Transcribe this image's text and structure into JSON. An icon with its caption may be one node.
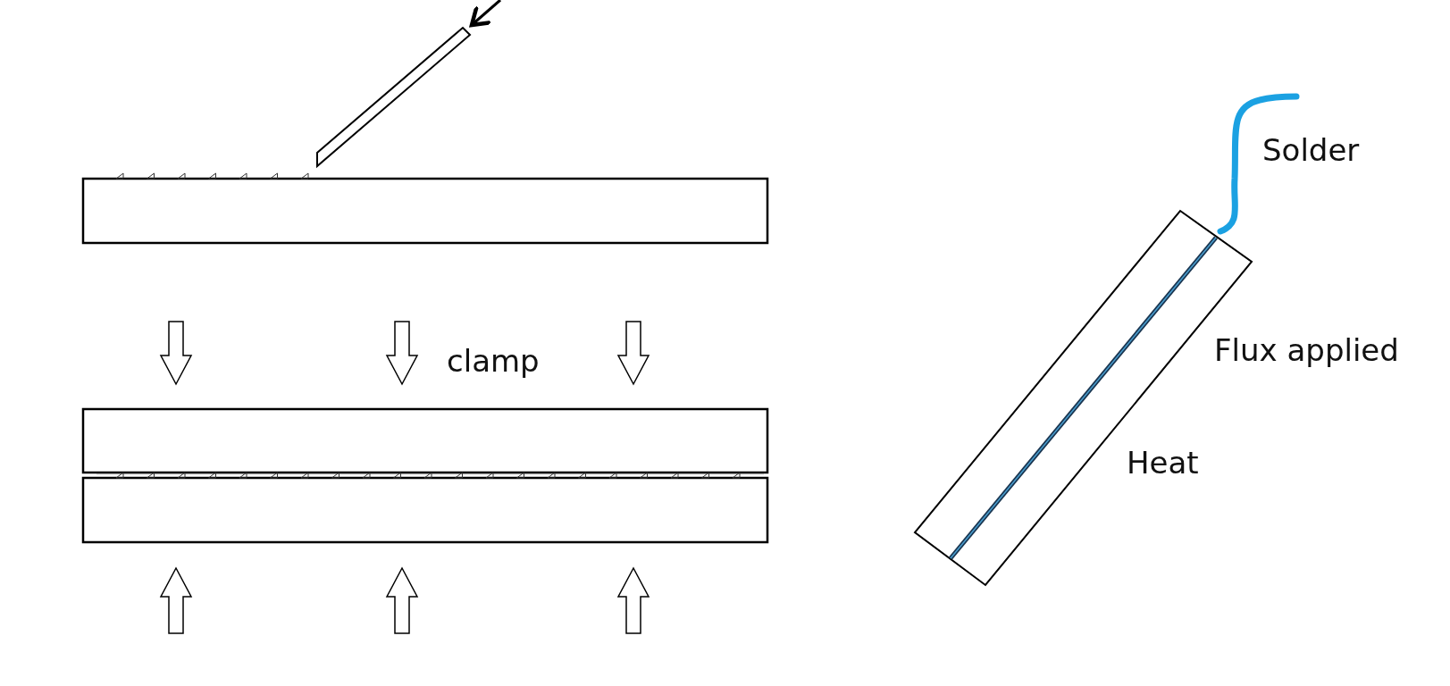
{
  "diagram": {
    "labels": [
      "Solder",
      "clamp",
      "Flux applied",
      "Heat"
    ]
  }
}
